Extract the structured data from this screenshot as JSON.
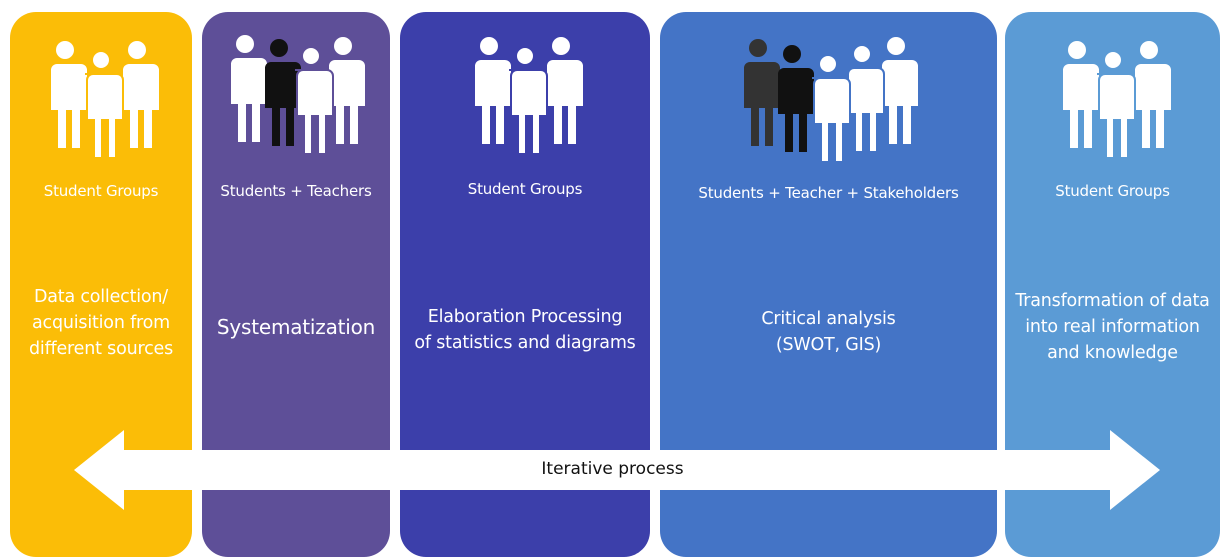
{
  "columns": [
    {
      "id": "col1",
      "group": "Student Groups",
      "lines": [
        "Data collection/",
        "acquisition from",
        "different sources"
      ],
      "color": "#fbbd07",
      "people": [
        "#ffffff",
        "#ffffff",
        "#ffffff"
      ]
    },
    {
      "id": "col2",
      "group": "Students + Teachers",
      "lines": [
        "Systematization"
      ],
      "color": "#5e4f98",
      "people": [
        "#ffffff",
        "#111111",
        "#ffffff",
        "#ffffff"
      ]
    },
    {
      "id": "col3",
      "group": "Student Groups",
      "lines": [
        "Elaboration Processing",
        "of statistics and diagrams"
      ],
      "color": "#3c3faa",
      "people": [
        "#ffffff",
        "#ffffff",
        "#ffffff"
      ]
    },
    {
      "id": "col4",
      "group": "Students + Teacher + Stakeholders",
      "lines": [
        "Critical analysis",
        "(SWOT, GIS)"
      ],
      "color": "#4474c6",
      "people": [
        "#333333",
        "#111111",
        "#ffffff",
        "#ffffff",
        "#ffffff"
      ]
    },
    {
      "id": "col5",
      "group": "Student Groups",
      "lines": [
        "Transformation of data",
        "into real information",
        "and knowledge"
      ],
      "color": "#5b9bd5",
      "people": [
        "#ffffff",
        "#ffffff",
        "#ffffff"
      ]
    }
  ],
  "arrow": {
    "label": "Iterative process",
    "icon": "double-headed-arrow",
    "fill": "#ffffff"
  },
  "icon": "people-group-icon"
}
